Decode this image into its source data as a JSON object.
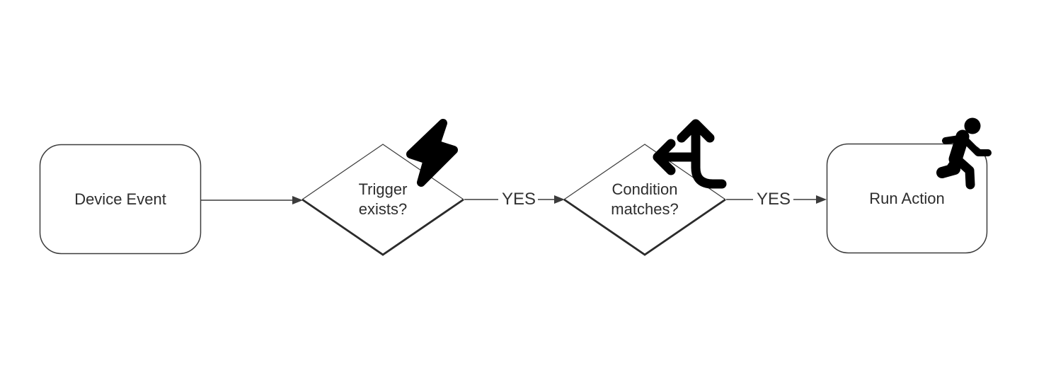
{
  "diagram": {
    "background": "#ffffff",
    "colors": {
      "shape_stroke": "#3c3c3c",
      "shape_stroke_heavy": "#2b2b2b",
      "text": "#2d2d2d",
      "icon": "#000000"
    },
    "nodes": [
      {
        "id": "device-event",
        "type": "rounded-rect",
        "label": "Device Event",
        "icon": null
      },
      {
        "id": "trigger-exists",
        "type": "decision",
        "label": "Trigger exists?",
        "icon": "lightning-bolt-icon"
      },
      {
        "id": "condition-matches",
        "type": "decision",
        "label": "Condition matches?",
        "icon": "directions-fork-icon"
      },
      {
        "id": "run-action",
        "type": "rounded-rect",
        "label": "Run Action",
        "icon": "running-person-icon"
      }
    ],
    "connectors": [
      {
        "from": "device-event",
        "to": "trigger-exists",
        "label": ""
      },
      {
        "from": "trigger-exists",
        "to": "condition-matches",
        "label": "YES"
      },
      {
        "from": "condition-matches",
        "to": "run-action",
        "label": "YES"
      }
    ]
  }
}
